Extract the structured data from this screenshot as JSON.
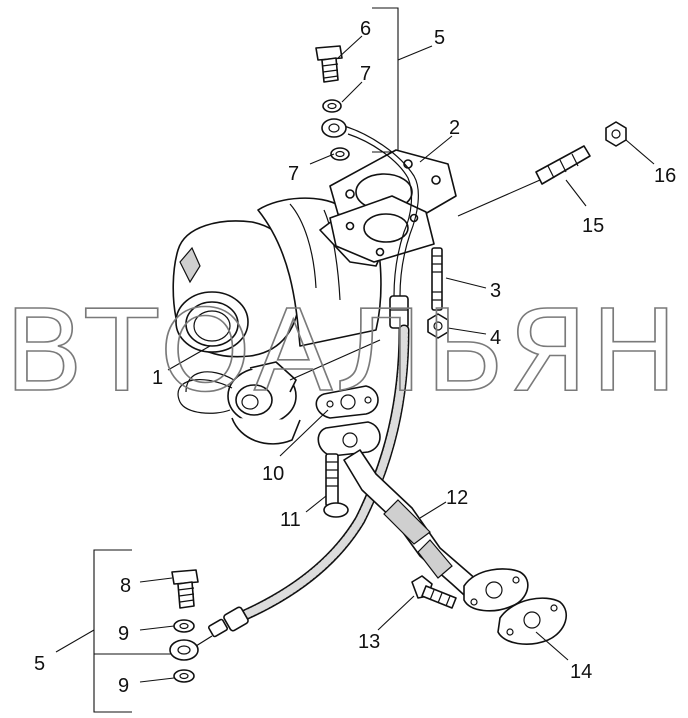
{
  "watermark": "ВТОАЛЬЯН",
  "callouts": {
    "c1": "1",
    "c2": "2",
    "c3": "3",
    "c4": "4",
    "c5_top": "5",
    "c5_bottom": "5",
    "c6": "6",
    "c7_a": "7",
    "c7_b": "7",
    "c8": "8",
    "c9_a": "9",
    "c9_b": "9",
    "c10": "10",
    "c11": "11",
    "c12": "12",
    "c13": "13",
    "c14": "14",
    "c15": "15",
    "c16": "16"
  }
}
